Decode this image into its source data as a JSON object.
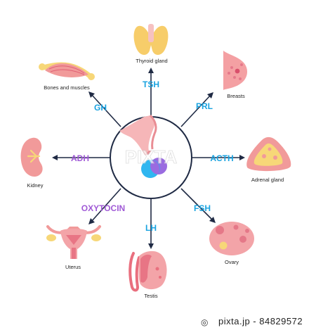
{
  "hormones": {
    "tsh": "TSH",
    "prl": "PRL",
    "acth": "ACTH",
    "fsh": "FSH",
    "lh": "LH",
    "oxytocin": "OXYTOCIN",
    "adh": "ADH",
    "gh": "GH"
  },
  "organs": {
    "thyroid": "Thyroid gland",
    "breasts": "Breasts",
    "adrenal": "Adrenal gland",
    "ovary": "Ovary",
    "testis": "Testis",
    "uterus": "Uterus",
    "kidney": "Kidney",
    "bones": "Bones and muscles"
  },
  "watermark": "PIXTA",
  "footer": {
    "stock_id": "pixta.jp - 84829572"
  },
  "colors": {
    "hormone_blue": "#1aa3e0",
    "hormone_purple": "#a05ad6",
    "organ_pink": "#f19a9a",
    "thyroid_yellow": "#f7cd6a",
    "outline_navy": "#1f2a44"
  }
}
